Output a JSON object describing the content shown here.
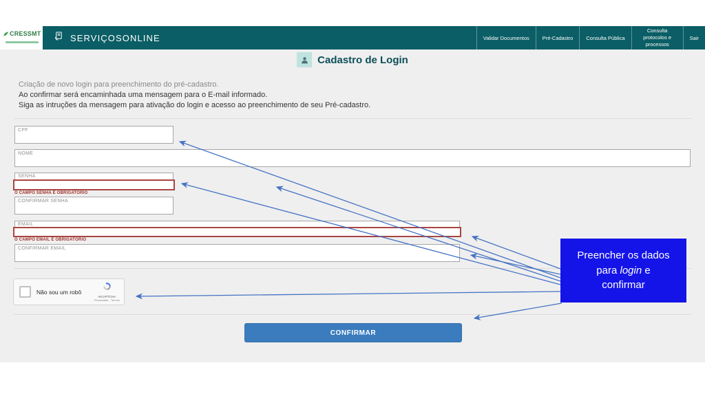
{
  "header": {
    "logo_text": "CRESSMT",
    "app_title": "SERVIÇOSONLINE",
    "nav": [
      {
        "label": "Validar Documentos"
      },
      {
        "label": "Pré-Cadastro"
      },
      {
        "label": "Consulta Pública"
      },
      {
        "label": "Consulta protocolos e processos"
      },
      {
        "label": "Sair"
      }
    ]
  },
  "page": {
    "title": "Cadastro de Login",
    "intro_line1": "Criação de novo login para preenchimento do pré-cadastro.",
    "intro_line2": "Ao confirmar será encaminhada uma mensagem para o E-mail informado.",
    "intro_line3": "Siga as intruções da mensagem para ativação do login e acesso ao preenchimento de seu Pré-cadastro."
  },
  "form": {
    "cpf_label": "CPF",
    "nome_label": "NOME",
    "senha_label": "SENHA",
    "senha_error": "O CAMPO SENHA É OBRIGATÓRIO",
    "confirmar_senha_label": "CONFIRMAR SENHA",
    "email_label": "EMAIL",
    "email_error": "O CAMPO EMAIL É OBRIGATÓRIO",
    "confirmar_email_label": "CONFIRMAR EMAIL",
    "captcha_label": "Não sou um robô",
    "captcha_brand": "reCAPTCHA",
    "captcha_links": "Privacidade - Termos",
    "submit_label": "CONFIRMAR"
  },
  "annotation": {
    "line1": "Preencher os dados",
    "line2_before": "para ",
    "line2_italic": "login",
    "line2_after": " e",
    "line3": "confirmar"
  },
  "colors": {
    "header_teal": "#0b5e65",
    "title_teal": "#0d4f58",
    "annotation_blue": "#1414e8",
    "arrow_blue": "#4472c4",
    "button_blue": "#3a7cbe",
    "error_red": "#9c2e25",
    "invalid_border": "#a94442"
  }
}
